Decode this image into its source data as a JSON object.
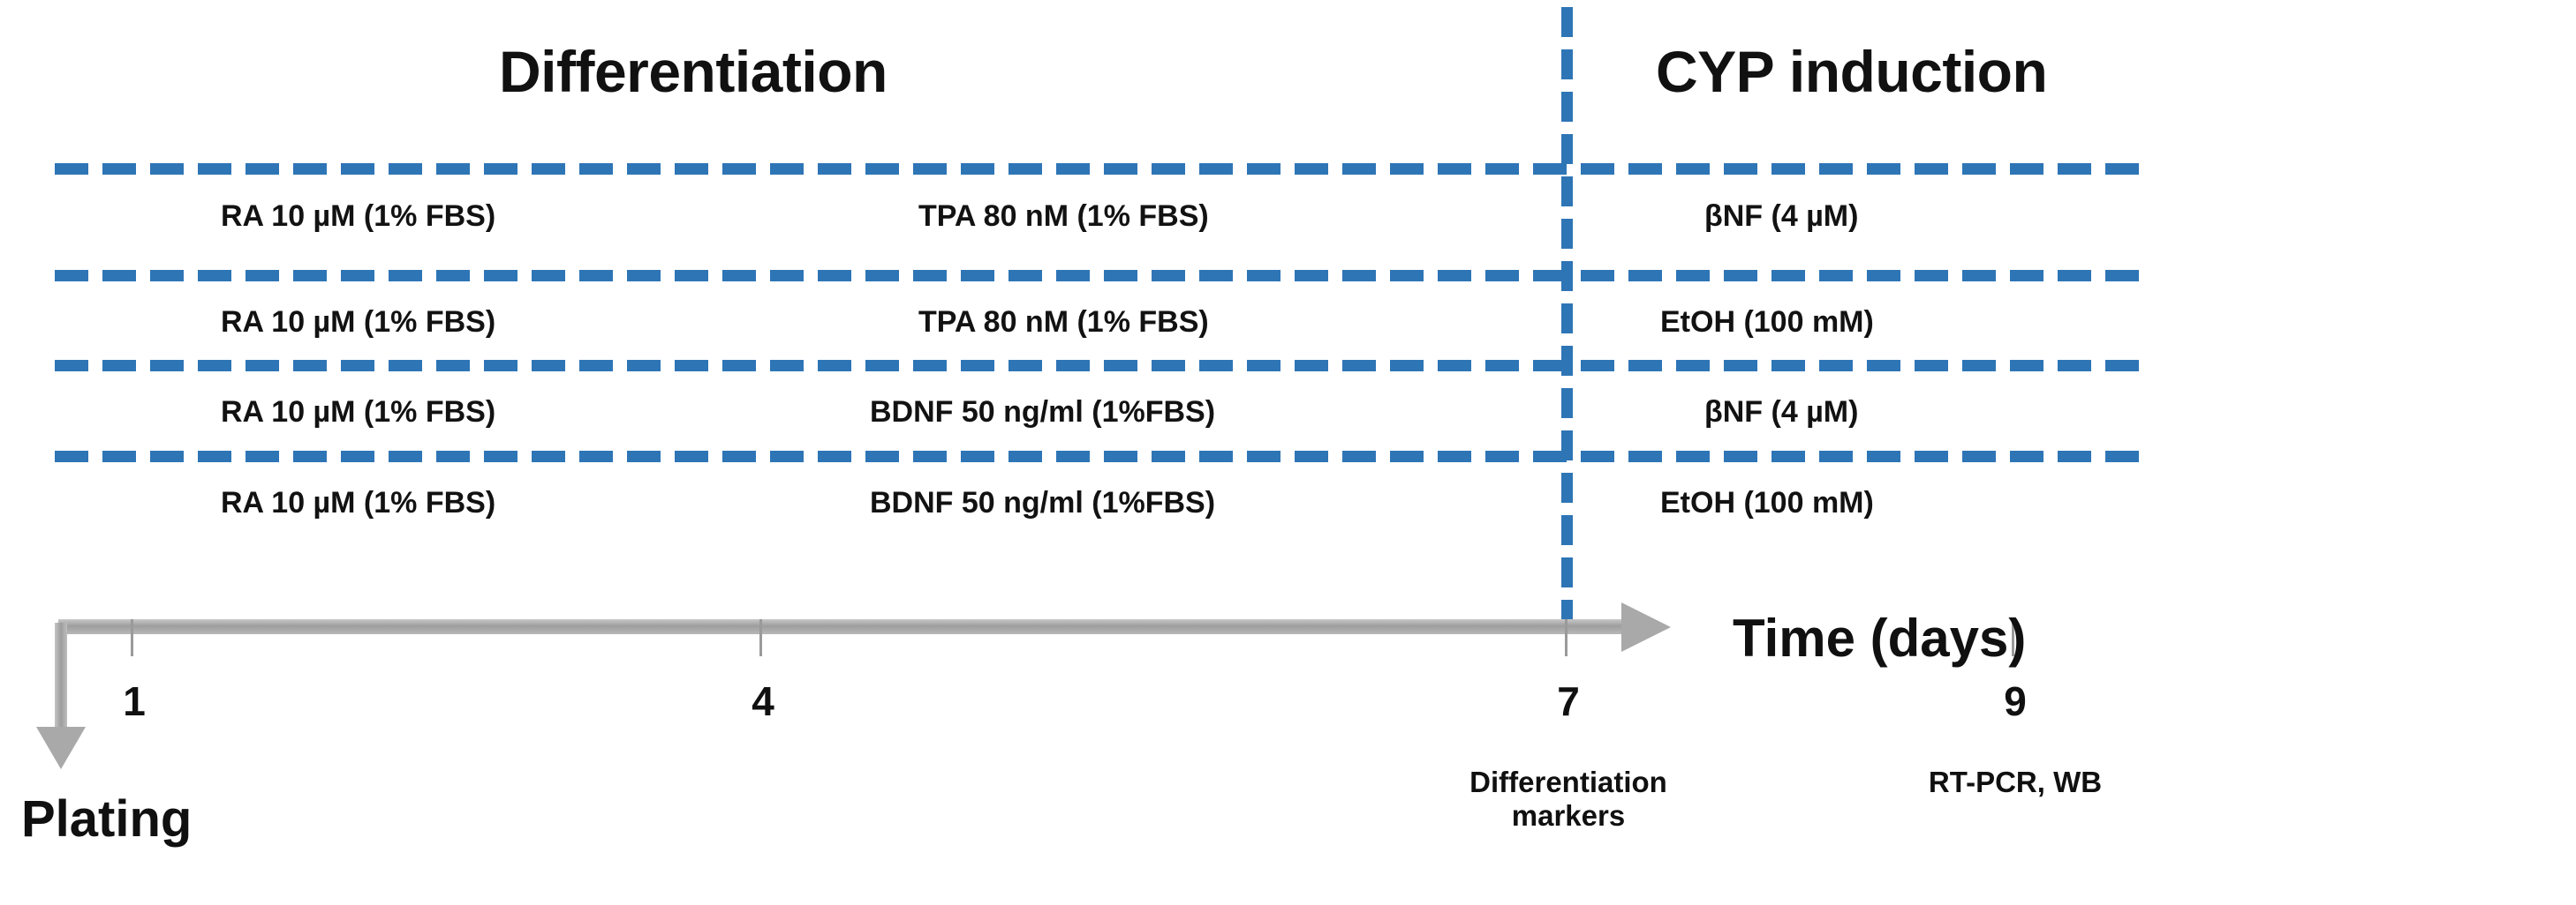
{
  "phases": {
    "differentiation": "Differentiation",
    "cyp_induction": "CYP induction"
  },
  "rows": [
    {
      "stage1": "RA 10 µM (1% FBS)",
      "stage2": "TPA 80 nM (1% FBS)",
      "stage3": "βNF (4 µM)"
    },
    {
      "stage1": "RA 10 µM (1% FBS)",
      "stage2": "TPA 80 nM (1% FBS)",
      "stage3": "EtOH (100 mM)"
    },
    {
      "stage1": "RA 10 µM (1% FBS)",
      "stage2": "BDNF 50 ng/ml (1%FBS)",
      "stage3": "βNF (4 µM)"
    },
    {
      "stage1": "RA 10 µM (1% FBS)",
      "stage2": "BDNF 50 ng/ml (1%FBS)",
      "stage3": "EtOH (100 mM)"
    }
  ],
  "timeline": {
    "axis_title": "Time (days)",
    "ticks": [
      "1",
      "4",
      "7",
      "9"
    ],
    "annotations": {
      "day7": "Differentiation\nmarkers",
      "day9": "RT-PCR, WB"
    },
    "start_event": "Plating"
  },
  "colors": {
    "dash_blue": "#2e75b6",
    "axis_gray": "#a9a9a9",
    "text_black": "#101010",
    "background": "#ffffff"
  }
}
